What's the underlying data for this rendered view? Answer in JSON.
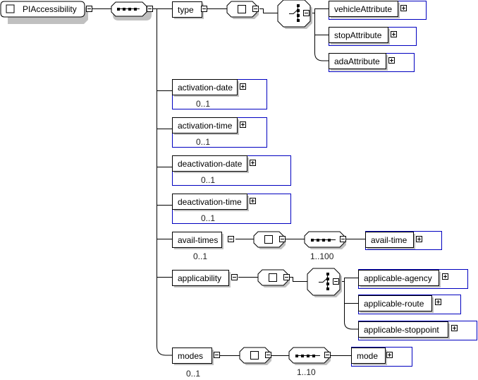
{
  "root": {
    "name": "PIAccessibility",
    "icon": "element-icon"
  },
  "root_sequence": {
    "type": "sequence"
  },
  "children": [
    {
      "name": "type",
      "occurrence": "",
      "compositor": [
        "complex-type",
        "choice"
      ],
      "choice_children": [
        {
          "name": "vehicleAttribute"
        },
        {
          "name": "stopAttribute"
        },
        {
          "name": "adaAttribute"
        }
      ]
    },
    {
      "name": "activation-date",
      "occurrence": "0..1"
    },
    {
      "name": "activation-time",
      "occurrence": "0..1"
    },
    {
      "name": "deactivation-date",
      "occurrence": "0..1"
    },
    {
      "name": "deactivation-time",
      "occurrence": "0..1"
    },
    {
      "name": "avail-times",
      "occurrence": "0..1",
      "sequence_occurrence": "1..100",
      "child": {
        "name": "avail-time"
      }
    },
    {
      "name": "applicability",
      "occurrence": "",
      "choice_children": [
        {
          "name": "applicable-agency"
        },
        {
          "name": "applicable-route"
        },
        {
          "name": "applicable-stoppoint"
        }
      ]
    },
    {
      "name": "modes",
      "occurrence": "0..1",
      "sequence_occurrence": "1..10",
      "child": {
        "name": "mode"
      }
    }
  ],
  "symbols": {
    "expand": "+",
    "collapse": "-"
  },
  "colors": {
    "line": "#000000",
    "shadow": "#c0c0c0",
    "attr_border": "#0000c0"
  }
}
